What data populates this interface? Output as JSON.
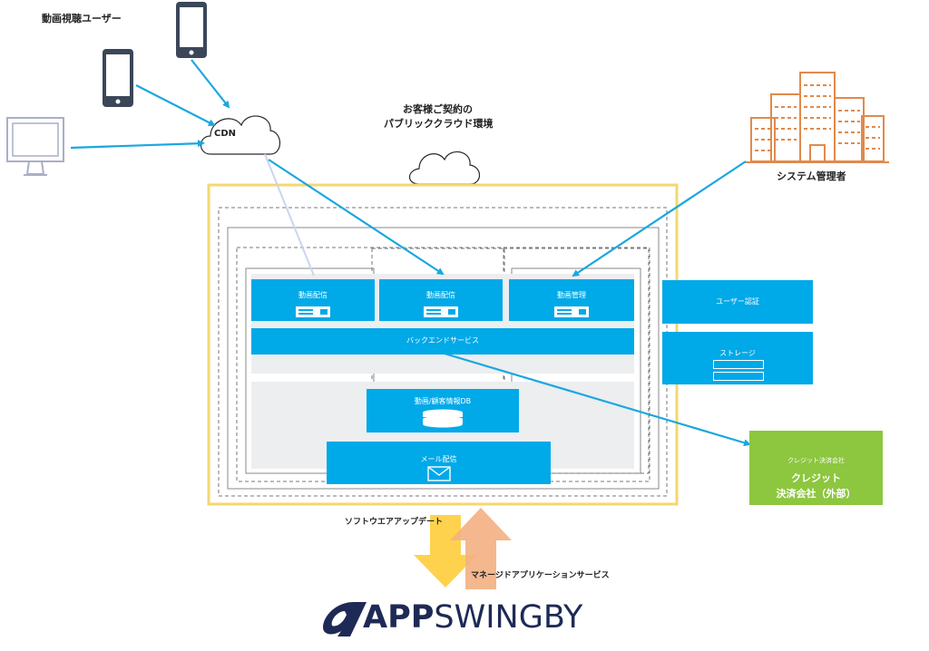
{
  "labels": {
    "video_viewers": "動画視聴ユーザー",
    "cdn": "CDN",
    "customer_cloud_line1": "お客様ご契約の",
    "customer_cloud_line2": "パブリッククラウド環境",
    "system_admin": "システム管理者",
    "software_update": "ソフトウエアアップデート",
    "managed_service": "マネージドアプリケーションサービス"
  },
  "components": {
    "video_delivery_1": "動画配信",
    "video_delivery_2": "動画配信",
    "video_management": "動画管理",
    "backend_services": "バックエンドサービス",
    "video_db": "動画/顧客情報DB",
    "mail_delivery": "メール配信",
    "user_auth": "ユーザー認証",
    "storage": "ストレージ"
  },
  "external": {
    "small_title": "クレジット決済会社",
    "title_line1": "クレジット",
    "title_line2": "決済会社（外部）"
  },
  "logo": {
    "brand_bold": "APP",
    "brand_rest": "SWINGBY"
  },
  "colors": {
    "component_blue": "#00a9e8",
    "arrow_blue": "#1aa7df",
    "cloud_border": "#f5d76e",
    "building": "#e08a4c",
    "external_green": "#8dc63f",
    "update_arrow": "#ffd24d",
    "service_arrow": "#f4b183",
    "logo_navy": "#1e2a56"
  },
  "icons": [
    "smartphone-icon",
    "monitor-icon",
    "cloud-icon",
    "building-icon",
    "server-icon",
    "database-icon",
    "mail-icon",
    "logo-mark-icon"
  ]
}
